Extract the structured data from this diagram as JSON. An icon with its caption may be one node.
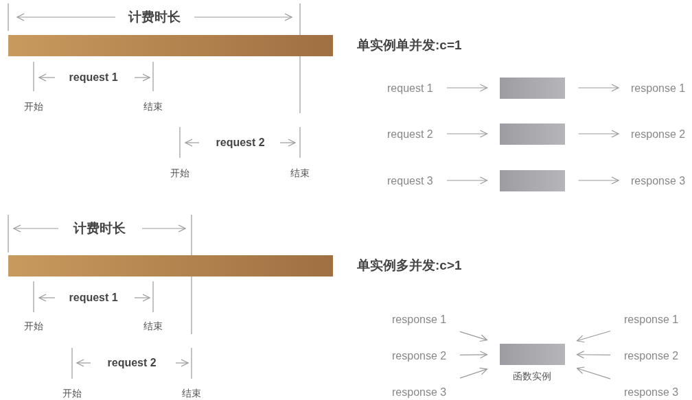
{
  "diagram": {
    "nodes": [
      {
        "text": [],
        "shape": "bar"
      },
      {
        "text": [
          "request 1"
        ]
      },
      {
        "text": [],
        "shape": "box"
      },
      {
        "text": [
          "response 1"
        ]
      },
      {
        "text": [
          "request 2"
        ]
      },
      {
        "text": [],
        "shape": "box"
      },
      {
        "text": [
          "response 2"
        ]
      },
      {
        "text": [
          "request 3"
        ]
      },
      {
        "text": [],
        "shape": "box"
      },
      {
        "text": [
          "response 3"
        ]
      },
      {
        "text": [],
        "shape": "bar"
      },
      {
        "text": [
          "response 1"
        ]
      },
      {
        "text": [
          "response 1"
        ]
      },
      {
        "text": [
          "response 2"
        ]
      },
      {
        "text": [],
        "shape": "box",
        "beside": [
          "函数实例"
        ]
      },
      {
        "text": [
          "response 2"
        ]
      },
      {
        "text": [
          "response 3"
        ]
      },
      {
        "text": [
          "response 3"
        ]
      }
    ],
    "edges": [
      {
        "from": 1,
        "to": 2,
        "arrow": "to"
      },
      {
        "from": 2,
        "to": 3,
        "arrow": "to"
      },
      {
        "from": 4,
        "to": 5,
        "arrow": "to"
      },
      {
        "from": 5,
        "to": 6,
        "arrow": "to"
      },
      {
        "from": 7,
        "to": 8,
        "arrow": "to"
      },
      {
        "from": 8,
        "to": 9,
        "arrow": "to"
      },
      {
        "from": 11,
        "to": 14,
        "arrow": "to"
      },
      {
        "from": 12,
        "to": 14,
        "arrow": "to"
      },
      {
        "from": 13,
        "to": 14,
        "arrow": "to"
      },
      {
        "from": 15,
        "to": 14,
        "arrow": "to"
      },
      {
        "from": 16,
        "to": 14,
        "arrow": "to"
      },
      {
        "from": 17,
        "to": 14,
        "arrow": "to"
      }
    ],
    "labels": [
      "计费时长",
      "单实例单并发:c=1",
      "request 1",
      "开始",
      "结束",
      "request 2",
      "开始",
      "结束",
      "计费时长",
      "单实例多并发:c>1",
      "request 1",
      "开始",
      "结束",
      "request 2",
      "开始",
      "结束"
    ]
  }
}
